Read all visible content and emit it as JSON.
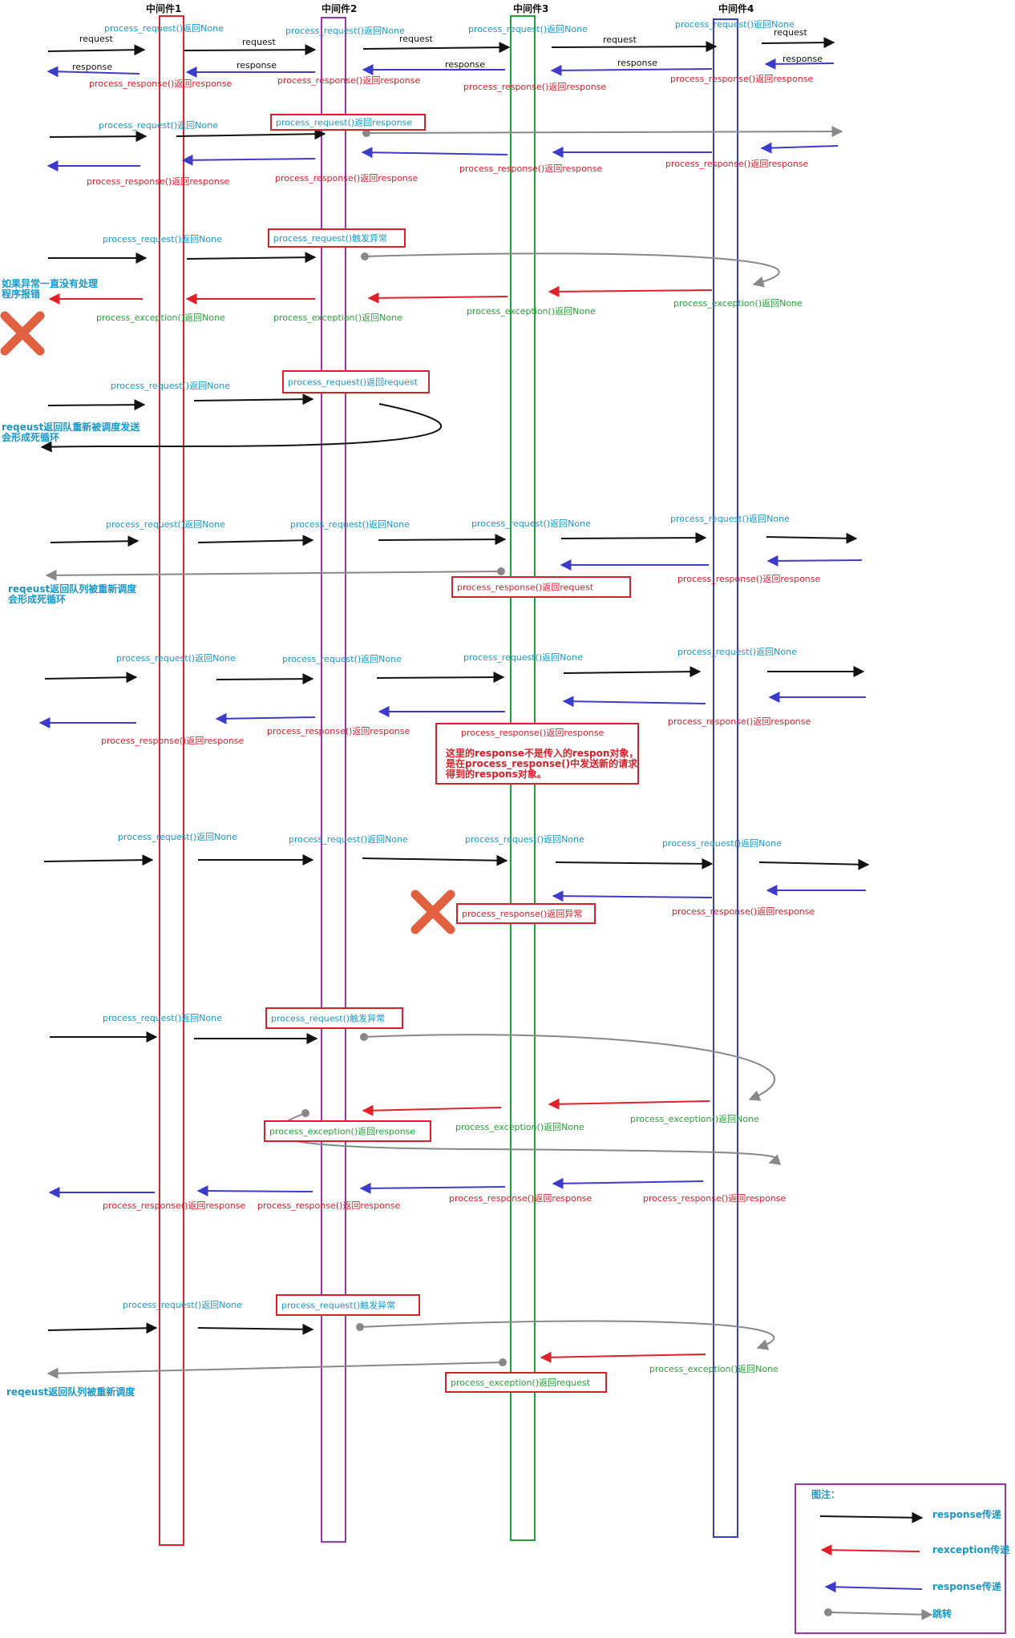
{
  "colors": {
    "col1": "#e0202a",
    "col2": "#9b35a8",
    "col3": "#22a23a",
    "col4": "#3a3fbe",
    "request": "#111111",
    "response": "#3c3cc8",
    "exception": "#e0202a",
    "jump": "#888888",
    "blueText": "#1a98c8",
    "redText": "#d8202a",
    "greenText": "#2aa03a",
    "cross": "#e06040"
  },
  "columns": [
    "中间件1",
    "中间件2",
    "中间件3",
    "中间件4"
  ],
  "texts": {
    "request": "request",
    "response": "response",
    "pr_none": "process_request()返回None",
    "pr_response": "process_request()返回response",
    "pr_request": "process_request()返回request",
    "pr_raise": "process_request()触发异常",
    "presp_response": "process_response()返回response",
    "presp_request": "process_response()返回request",
    "presp_raise": "process_response()返回异常",
    "pe_none": "process_exception()返回None",
    "pe_response": "process_exception()返回response",
    "pe_request": "process_exception()返回request",
    "note_no_handle": "如果异常一直没有处理\n程序报错",
    "note_loop_request": "reqeust返回队重新被调度发送\n会形成死循环",
    "note_loop_response": "reqeust返回队列被重新调度\n会形成死循环",
    "note_new_response": "这里的response不是传入的respon对象，\n是在process_response()中发送新的请求\n得到的respons对象。",
    "note_requeue": "reqeust返回队列被重新调度"
  },
  "legend": {
    "title": "图注：",
    "items": [
      "response传递",
      "rexception传递",
      "response传递",
      "跳转"
    ]
  }
}
